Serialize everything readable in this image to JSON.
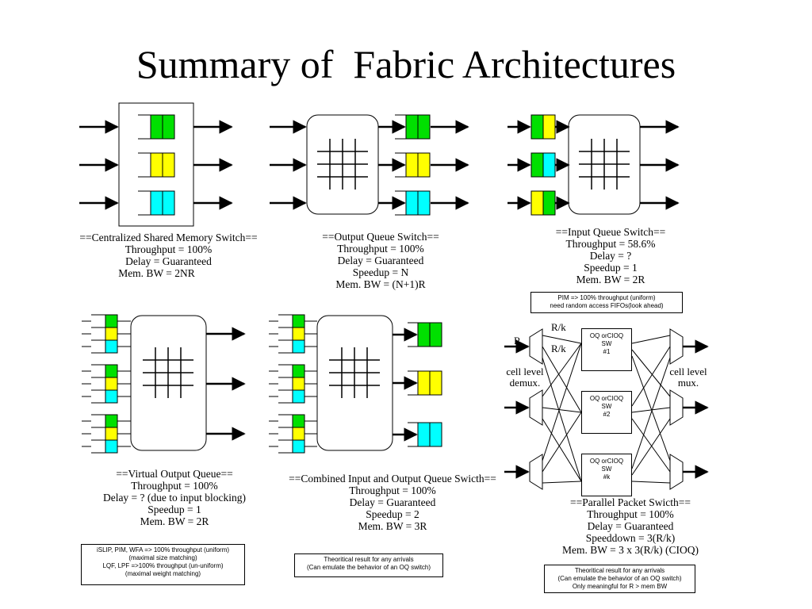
{
  "title": "Summary of  Fabric Architectures",
  "colors": {
    "green": "#00e000",
    "yellow": "#ffff00",
    "cyan": "#00ffff",
    "line": "#000000"
  },
  "shared_memory": {
    "lines": [
      "==Centralized Shared Memory Switch==",
      "Throughput = 100%",
      "Delay = Guaranteed",
      "Mem. BW = 2NR"
    ]
  },
  "output_queue": {
    "lines": [
      "==Output Queue Switch==",
      "Throughput = 100%",
      "Delay = Guaranteed",
      "Speedup = N",
      "Mem. BW = (N+1)R"
    ]
  },
  "input_queue": {
    "lines": [
      "==Input Queue Switch==",
      "Throughput = 58.6%",
      "Delay = ?",
      "Speedup = 1",
      "Mem. BW = 2R"
    ],
    "note": [
      "PIM => 100% throughput (uniform)",
      "need random access FIFOs(look ahead)"
    ]
  },
  "voq": {
    "lines": [
      "==Virtual Output Queue==",
      "Throughput = 100%",
      "Delay = ? (due to input blocking)",
      "Speedup = 1",
      "Mem. BW = 2R"
    ],
    "note": [
      "iSLIP, PIM, WFA => 100% throughput (uniform)",
      "(maximal size matching)",
      "LQF, LPF =>100% throughput (un-uniform)",
      "(maximal weight matching)"
    ]
  },
  "cioq": {
    "lines": [
      "==Combined Input and Output Queue Swicth==",
      "Throughput = 100%",
      "Delay = Guaranteed",
      "Speedup = 2",
      "Mem. BW = 3R"
    ],
    "note": [
      "Theoritical result for any arrivals",
      "(Can emulate the behavior of an OQ switch)"
    ]
  },
  "pps": {
    "labels": {
      "r": "R",
      "rk1": "R/k",
      "rk2": "R/k",
      "demux": [
        "cell level",
        "demux."
      ],
      "mux": [
        "cell level",
        "mux."
      ]
    },
    "switches": [
      [
        "OQ orCIOQ",
        "SW",
        "#1"
      ],
      [
        "OQ orCIOQ",
        "SW",
        "#2"
      ],
      [
        "OQ orCIOQ",
        "SW",
        "#k"
      ]
    ],
    "lines": [
      "==Parallel Packet Swicth==",
      "Throughput = 100%",
      "Delay = Guaranteed",
      "Speeddown = 3(R/k)",
      "Mem. BW = 3 x 3(R/k) (CIOQ)"
    ],
    "note": [
      "Theoritical result for any arrivals",
      "(Can emulate the behavior of an OQ switch)",
      "Only meaningful for R > mem BW"
    ]
  }
}
